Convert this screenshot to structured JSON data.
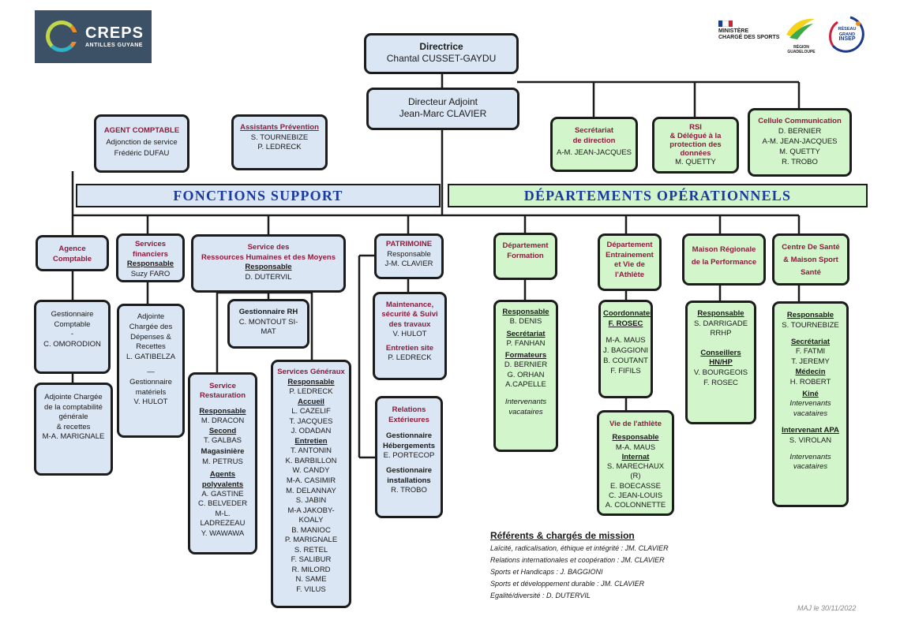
{
  "logos": {
    "creps_name": "CREPS",
    "creps_sub": "ANTILLES GUYANE",
    "ministere_line1": "MINISTÈRE",
    "ministere_line2": "CHARGÉ DES SPORTS",
    "region_line1": "RÉGION",
    "region_line2": "GUADELOUPE",
    "insep_line1": "RÉSEAU",
    "insep_line2": "GRAND",
    "insep_line3": "INSEP"
  },
  "direction": {
    "directrice_title": "Directrice",
    "directrice_name": "Chantal CUSSET-GAYDU",
    "adjoint_title": "Directeur Adjoint",
    "adjoint_name": "Jean-Marc CLAVIER"
  },
  "top_boxes": {
    "agent_comptable": {
      "title": "AGENT COMPTABLE",
      "line1": "Adjonction de service",
      "line2": "Frédéric DUFAU"
    },
    "assistants": {
      "title": "Assistants Prévention",
      "line1": "S. TOURNEBIZE",
      "line2": "P. LEDRECK"
    },
    "secretariat": {
      "title1": "Secrétariat",
      "title2": "de direction",
      "name": "A-M. JEAN-JACQUES"
    },
    "rsi": {
      "title1": "RSI",
      "title2": "& Délégué à la",
      "title3": "protection des",
      "title4": "données",
      "name": "M. QUETTY"
    },
    "cellule": {
      "title": "Cellule Communication",
      "n1": "D. BERNIER",
      "n2": "A-M. JEAN-JACQUES",
      "n3": "M. QUETTY",
      "n4": "R. TROBO"
    }
  },
  "banners": {
    "support": "FONCTIONS SUPPORT",
    "operationnels": "DÉPARTEMENTS OPÉRATIONNELS"
  },
  "support": {
    "agence": {
      "title1": "Agence",
      "title2": "Comptable"
    },
    "gestionnaire_comptable": {
      "l1": "Gestionnaire",
      "l2": "Comptable",
      "l3": "-",
      "l4": "C. OMORODION"
    },
    "adjointe_chargee": {
      "l1": "Adjointe Chargée",
      "l2": "de la comptabilité",
      "l3": "générale",
      "l4": "& recettes",
      "l5": "M-A. MARIGNALE"
    },
    "services_financiers": {
      "title1": "Services",
      "title2": "financiers",
      "resp": "Responsable",
      "name": "Suzy FARO"
    },
    "adjointe_depenses": {
      "l1": "Adjointe",
      "l2": "Chargée des",
      "l3": "Dépenses &",
      "l4": "Recettes",
      "l5": "L. GATIBELZA",
      "l6": "—",
      "l7": "Gestionnaire",
      "l8": "matériels",
      "l9": "V. HULOT"
    },
    "srhm": {
      "title1": "Service des",
      "title2": "Ressources Humaines et des Moyens",
      "resp": "Responsable",
      "name": "D. DUTERVIL"
    },
    "gestionnaire_rh": {
      "title": "Gestionnaire RH",
      "l1": "C. MONTOUT SI-",
      "l2": "MAT"
    },
    "restauration": {
      "title1": "Service",
      "title2": "Restauration",
      "resp": "Responsable",
      "resp_name": "M. DRACON",
      "second": "Second",
      "second_name": "T. GALBAS",
      "magasin": "Magasinière",
      "magasin_name": "M. PETRUS",
      "agents1": "Agents",
      "agents2": "polyvalents",
      "a1": "A. GASTINE",
      "a2": "C. BELVEDER",
      "a3": "M-L. LADREZEAU",
      "a4": "Y. WAWAWA"
    },
    "generaux": {
      "title": "Services Généraux",
      "resp": "Responsable",
      "resp_name": "P. LEDRECK",
      "accueil": "Accueil",
      "acc": [
        "L. CAZELIF",
        "T. JACQUES",
        "J. ODADAN"
      ],
      "entretien": "Entretien",
      "ent": [
        "T. ANTONIN",
        "K. BARBILLON",
        "W. CANDY",
        "M-A. CASIMIR",
        "M. DELANNAY",
        "S. JABIN",
        "M-A JAKOBY-KOALY",
        "B. MANIOC",
        "P. MARIGNALE",
        "S. RETEL",
        "F. SALIBUR",
        "R. MILORD",
        "N. SAME",
        "F. VILUS"
      ]
    },
    "patrimoine": {
      "title": "PATRIMOINE",
      "l1": "Responsable",
      "l2": "J-M. CLAVIER"
    },
    "maintenance": {
      "t1": "Maintenance,",
      "t2": "sécurité & Suivi",
      "t3": "des travaux",
      "n1": "V. HULOT",
      "t4": "Entretien site",
      "n2": "P. LEDRECK"
    },
    "relations": {
      "t1": "Relations",
      "t2": "Extérieures",
      "g1": "Gestionnaire",
      "g2": "Hébergements",
      "n1": "E. PORTECOP",
      "g3": "Gestionnaire",
      "g4": "installations",
      "n2": "R. TROBO"
    }
  },
  "operationnels": {
    "formation": {
      "title1": "Département",
      "title2": "Formation"
    },
    "formation_detail": {
      "resp": "Responsable",
      "resp_name": "B. DENIS",
      "secr": "Secrétariat",
      "secr_name": "P. FANHAN",
      "form": "Formateurs",
      "f1": "D. BERNIER",
      "f2": "G. ORHAN",
      "f3": "A.CAPELLE",
      "iv1": "Intervenants",
      "iv2": "vacataires"
    },
    "entrainement": {
      "t1": "Département",
      "t2": "Entrainement",
      "t3": "et Vie de",
      "t4": "l'Athlète"
    },
    "entrainement_detail": {
      "coord": "Coordonnateur",
      "coord_name": "F. ROSEC",
      "n1": "M-A. MAUS",
      "n2": "J. BAGGIONI",
      "n3": "B. COUTANT",
      "n4": "F. FIFILS"
    },
    "vie_athlete": {
      "title": "Vie de l'athlète",
      "resp": "Responsable",
      "resp_name": "M-A. MAUS",
      "internat": "Internat",
      "i1": "S. MARECHAUX (R)",
      "i2": "E. BOECASSE",
      "i3": "C. JEAN-LOUIS",
      "i4": "A. COLONNETTE"
    },
    "maison_regionale": {
      "t1": "Maison Régionale",
      "t2": "de la Performance"
    },
    "maison_detail": {
      "resp": "Responsable",
      "resp_name": "S. DARRIGADE",
      "rrhp": "RRHP",
      "cons1": "Conseillers",
      "cons2": "HN/HP",
      "c1": "V. BOURGEOIS",
      "c2": "F. ROSEC"
    },
    "sante": {
      "t1": "Centre De Santé",
      "t2": "& Maison Sport",
      "t3": "Santé"
    },
    "sante_detail": {
      "resp": "Responsable",
      "resp_name": "S. TOURNEBIZE",
      "secr": "Secrétariat",
      "s1": "F. FATMI",
      "s2": "T. JEREMY",
      "med": "Médecin",
      "med_name": "H. ROBERT",
      "kine": "Kiné",
      "iv1": "Intervenants",
      "iv2": "vacataires",
      "apa": "Intervenant APA",
      "apa_name": "S. VIROLAN",
      "iv3": "Intervenants",
      "iv4": "vacataires"
    }
  },
  "referents": {
    "title": "Référents & chargés de mission",
    "lines": [
      "Laïcité, radicalisation, éthique et intégrité : JM. CLAVIER",
      "Relations internationales et coopération :  JM. CLAVIER",
      "Sports et Handicaps : J. BAGGIONI",
      "Sports et développement durable : JM. CLAVIER",
      "Egalité/diversité : D. DUTERVIL"
    ]
  },
  "maj": "MAJ  le 30/11/2022",
  "colors": {
    "blue_box": "#dbe6f4",
    "green_box": "#d3f5cc",
    "banner_text": "#1a3a9e",
    "maroon": "#8b1c3c"
  }
}
